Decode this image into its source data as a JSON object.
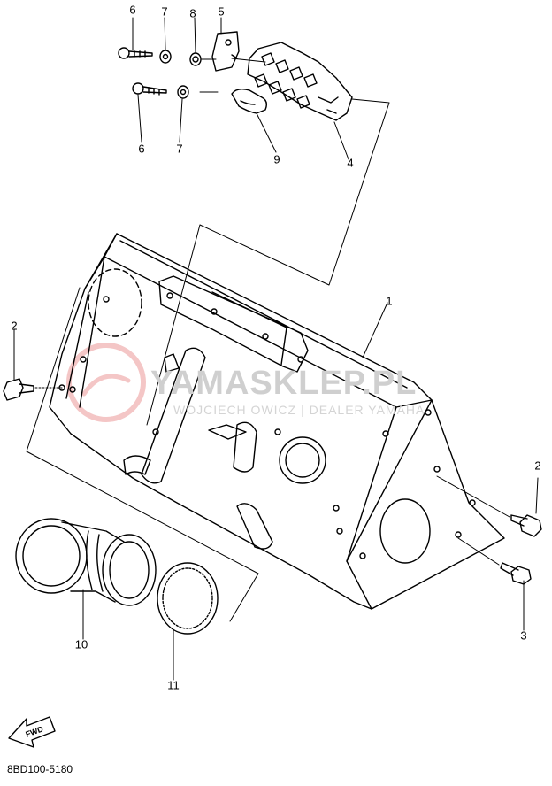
{
  "diagram": {
    "callouts": [
      "6",
      "7",
      "8",
      "5",
      "6",
      "7",
      "9",
      "4",
      "1",
      "2",
      "2",
      "3",
      "10",
      "11"
    ],
    "part_code": "8BD100-5180",
    "fwd_label": "FWD"
  },
  "watermark": {
    "brand": "YAMASKLEP.PL",
    "subtitle": "WOJCIECH  OWICZ | DEALER YAMAHA"
  },
  "colors": {
    "line": "#000000",
    "watermark_red": "#f4c6c6",
    "watermark_gray": "#cfcfcf"
  }
}
